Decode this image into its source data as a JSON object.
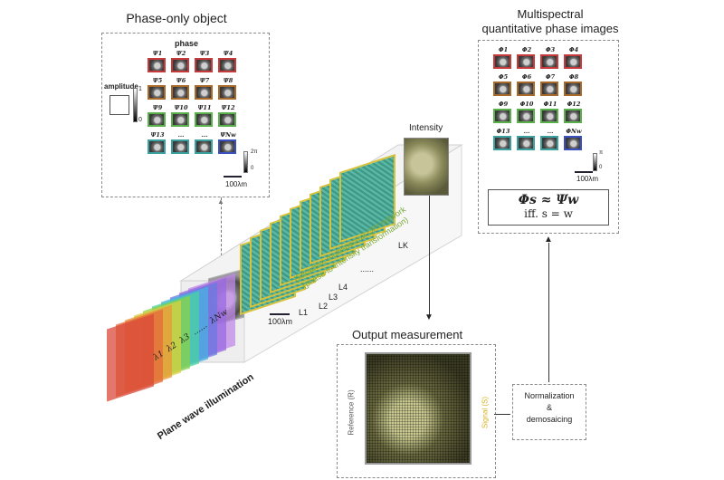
{
  "phase_object": {
    "title": "Phase-only object",
    "phase_label": "phase",
    "amplitude_label": "amplitude",
    "cb_max": "1",
    "cb_min": "0",
    "cb2_max": "2π",
    "cb2_min": "0",
    "scale_label": "100λm",
    "tile_labels": [
      "Ψ1",
      "Ψ2",
      "Ψ3",
      "Ψ4",
      "Ψ5",
      "Ψ6",
      "Ψ7",
      "Ψ8",
      "Ψ9",
      "Ψ10",
      "Ψ11",
      "Ψ12",
      "Ψ13",
      "...",
      "...",
      "ΨNw"
    ],
    "row_colors": [
      "#c83a3a",
      "#a86a2a",
      "#5ab04a",
      "#3aa0a0"
    ],
    "last_color": "#3a50c0"
  },
  "multispectral": {
    "title_line1": "Multispectral",
    "title_line2": "quantitative phase images",
    "tile_labels": [
      "Φ1",
      "Φ2",
      "Φ3",
      "Φ4",
      "Φ5",
      "Φ6",
      "Φ7",
      "Φ8",
      "Φ9",
      "Φ10",
      "Φ11",
      "Φ12",
      "Φ13",
      "...",
      "...",
      "ΦNw"
    ],
    "cb_max": "π",
    "cb_min": "0",
    "scale_label": "100λm",
    "eq1": "Φs ≈ Ψw",
    "eq2": "iff. s = w"
  },
  "network": {
    "intensity_label": "Intensity",
    "layer_labels": [
      "L1",
      "L2",
      "L3",
      "L4",
      "LK"
    ],
    "dots": "......",
    "diag_line1": "Diffractive multispectral QPI network",
    "diag_line2": "(phase-to-intensity transformation)",
    "scale_label": "100λm"
  },
  "illumination": {
    "label": "Plane wave illumination",
    "lambdas": [
      "λ1",
      "λ2",
      "λ3",
      "......",
      "λNw"
    ]
  },
  "output": {
    "title": "Output measurement",
    "reference_label": "Reference (R)",
    "signal_label": "Signal (S)"
  },
  "normalization": {
    "line1": "Normalization",
    "line2": "&",
    "line3": "demosaicing"
  },
  "colors": {
    "green_text": "#7aa83a",
    "yellow": "#d8c23a",
    "teal": "#4aa898"
  }
}
